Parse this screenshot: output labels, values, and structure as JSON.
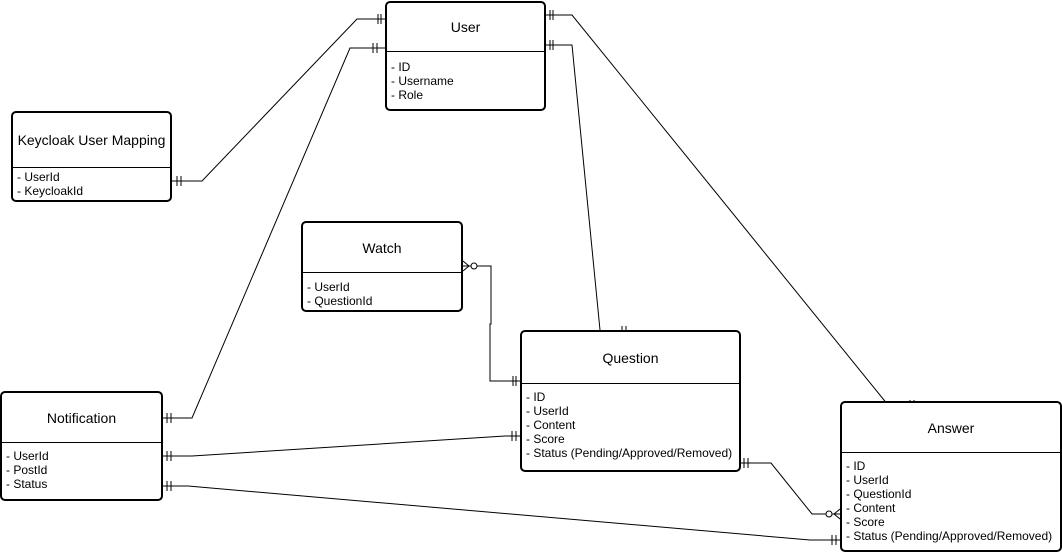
{
  "entities": {
    "user": {
      "title": "User",
      "fields": [
        "- ID",
        "- Username",
        "- Role"
      ]
    },
    "keycloak_mapping": {
      "title": "Keycloak User Mapping",
      "fields": [
        "- UserId",
        "- KeycloakId"
      ]
    },
    "watch": {
      "title": "Watch",
      "fields": [
        "- UserId",
        "- QuestionId"
      ]
    },
    "question": {
      "title": "Question",
      "fields": [
        "- ID",
        "- UserId",
        "- Content",
        "- Score",
        "- Status (Pending/Approved/Removed)"
      ]
    },
    "notification": {
      "title": "Notification",
      "fields": [
        "- UserId",
        "- PostId",
        "- Status"
      ]
    },
    "answer": {
      "title": "Answer",
      "fields": [
        "- ID",
        "- UserId",
        "- QuestionId",
        "- Content",
        "- Score",
        "- Status (Pending/Approved/Removed)"
      ]
    }
  },
  "relationships": [
    {
      "from": "keycloak_mapping",
      "to": "user",
      "from_end": "one",
      "to_end": "one"
    },
    {
      "from": "notification",
      "to": "user",
      "from_end": "one",
      "to_end": "one"
    },
    {
      "from": "user",
      "to": "answer",
      "from_end": "one",
      "to_end": "one"
    },
    {
      "from": "user",
      "to": "question",
      "from_end": "one",
      "to_end": "one"
    },
    {
      "from": "watch",
      "to": "question",
      "from_end": "zero-or-many",
      "to_end": "one"
    },
    {
      "from": "notification",
      "to": "question",
      "from_end": "one",
      "to_end": "one"
    },
    {
      "from": "notification",
      "to": "answer",
      "from_end": "one",
      "to_end": "one"
    },
    {
      "from": "question",
      "to": "answer",
      "from_end": "one",
      "to_end": "zero-or-many"
    }
  ]
}
